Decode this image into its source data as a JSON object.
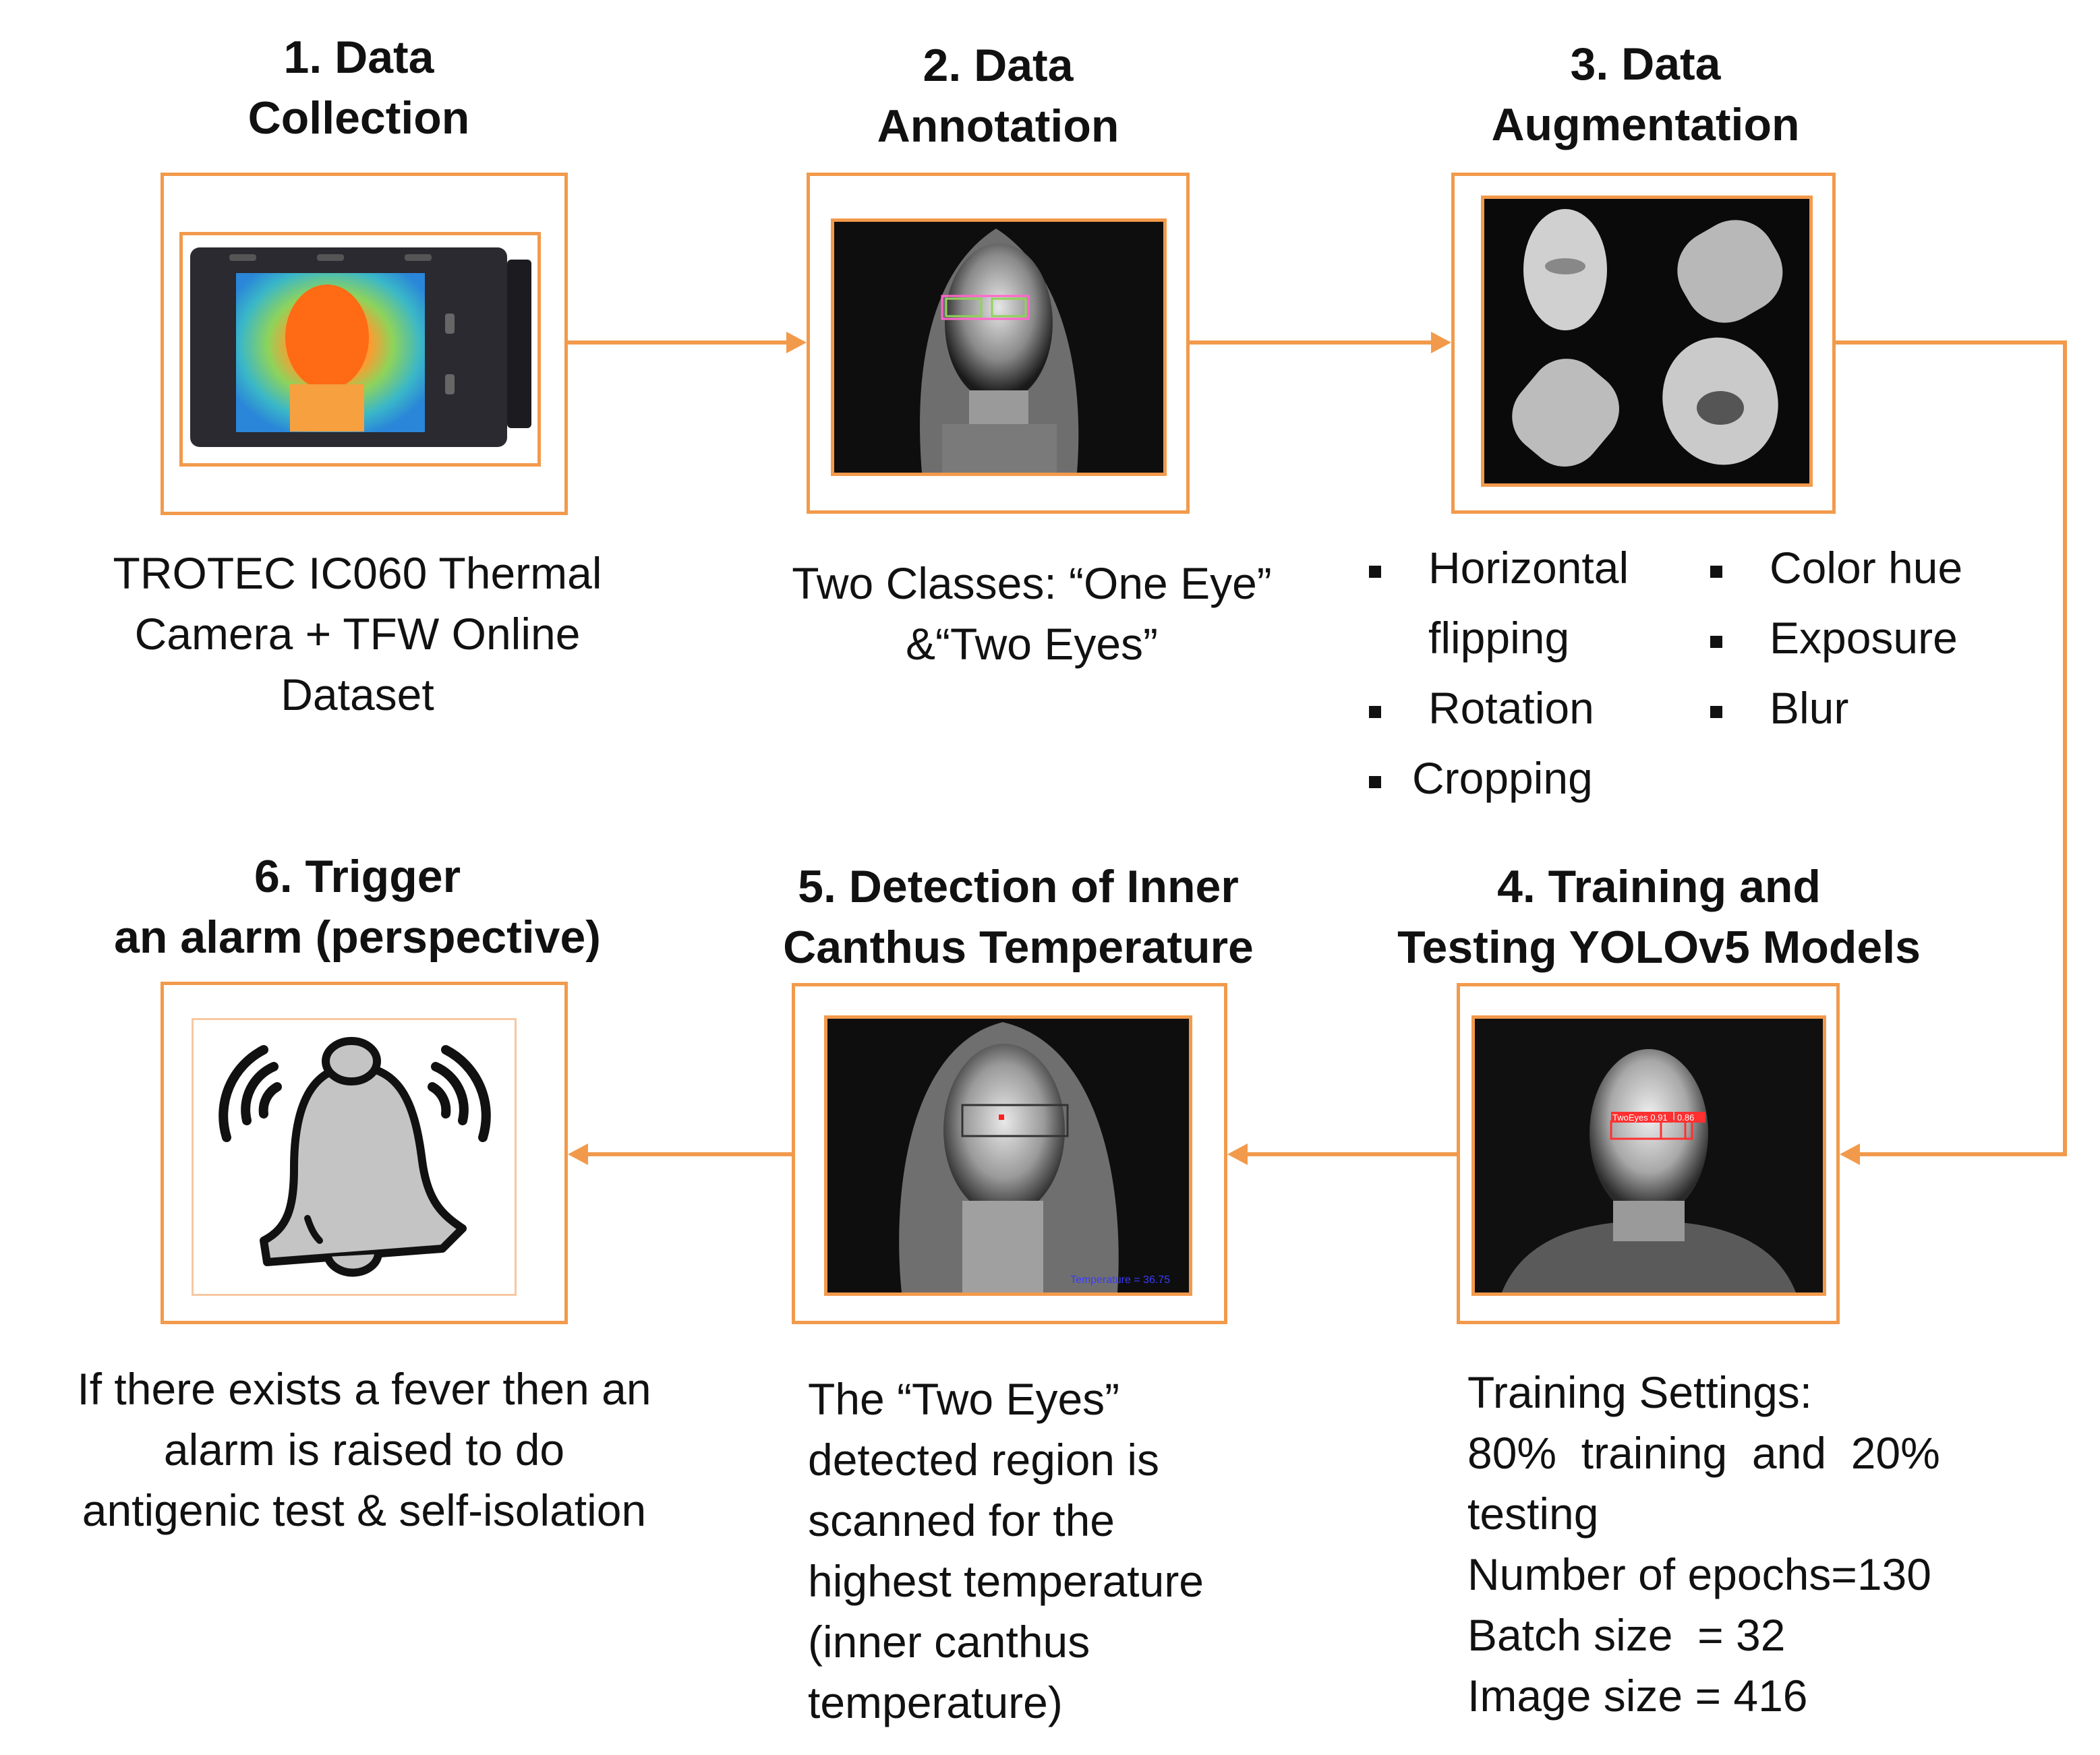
{
  "steps": {
    "s1": {
      "title": [
        "1.  Data",
        "Collection"
      ],
      "caption": [
        "TROTEC IC060 Thermal",
        "Camera + TFW Online",
        "Dataset"
      ]
    },
    "s2": {
      "title": [
        "2. Data",
        "Annotation"
      ],
      "caption": [
        "Two Classes: “One Eye”",
        "&“Two Eyes”"
      ]
    },
    "s3": {
      "title": [
        "3. Data",
        "Augmentation"
      ],
      "list": [
        "Horizontal",
        "flipping",
        "Rotation",
        "Cropping",
        "Color hue",
        "Exposure",
        "Blur"
      ]
    },
    "s4": {
      "title": [
        "4. Training and",
        "Testing YOLOv5 Models"
      ],
      "settings": [
        "Training Settings:",
        "80%  training  and  20%",
        "testing",
        "Number of epochs=130",
        "Batch size  = 32",
        "Image size = 416"
      ],
      "overlay_label": "TwoEyes 0.91",
      "overlay_score": "0.86"
    },
    "s5": {
      "title": [
        "5. Detection of Inner",
        "Canthus Temperature"
      ],
      "caption": [
        "The “Two Eyes”",
        "detected region is",
        "scanned for the",
        "highest temperature",
        "(inner canthus",
        "temperature)"
      ],
      "overlay_temp": "Temperature = 36.75"
    },
    "s6": {
      "title": [
        "6. Trigger",
        "an alarm (perspective)"
      ],
      "caption": [
        "If there exists a fever then an",
        "alarm is raised to do",
        "antigenic test & self-isolation"
      ]
    }
  },
  "colors": {
    "accent": "#f29a4c",
    "text": "#111111",
    "bell_fill": "#c4c4c4"
  }
}
